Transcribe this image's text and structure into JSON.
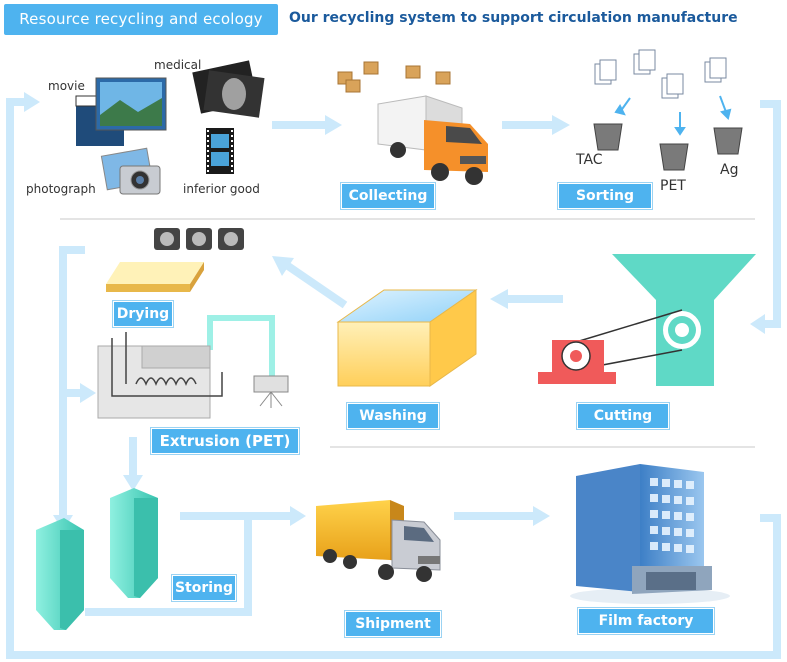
{
  "header": {
    "title": "Resource recycling and ecology",
    "subtitle": "Our recycling system to support circulation manufacture"
  },
  "sources": {
    "movie": "movie",
    "medical": "medical",
    "photograph": "photograph",
    "inferior_good": "inferior good"
  },
  "sorting_outputs": {
    "tac": "TAC",
    "pet": "PET",
    "ag": "Ag"
  },
  "steps": {
    "collecting": "Collecting",
    "sorting": "Sorting",
    "drying": "Drying",
    "extrusion": "Extrusion (PET)",
    "washing": "Washing",
    "cutting": "Cutting",
    "storing": "Storing",
    "shipment": "Shipment",
    "film_factory": "Film factory"
  },
  "colors": {
    "label_bg": "#4eb3ef",
    "flow_arrow": "#cce9fb",
    "header_text": "#1b5a9c",
    "silo": "#5fd9c6",
    "funnel": "#5fd9c6",
    "cutter_base": "#f05a5a",
    "truck_cab": "#f5902a",
    "truck_box": "#f6b92b",
    "box": "#ffd36a"
  }
}
